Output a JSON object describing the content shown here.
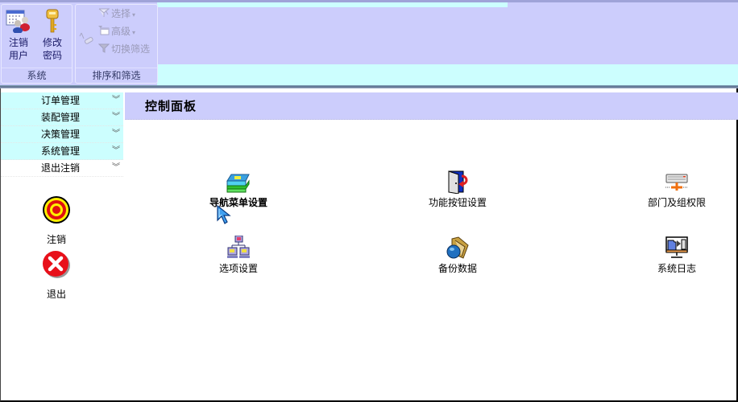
{
  "ribbon": {
    "groups": [
      {
        "label": "系统",
        "buttons": [
          {
            "label_line1": "注销",
            "label_line2": "用户",
            "icon": "logout-user-icon"
          },
          {
            "label_line1": "修改",
            "label_line2": "密码",
            "icon": "key-icon"
          }
        ]
      },
      {
        "label": "排序和筛选",
        "buttons": [
          {
            "label": "选择",
            "icon": "selection-filter-icon",
            "dropdown": true,
            "enabled": false
          },
          {
            "label": "高级",
            "icon": "advanced-filter-icon",
            "dropdown": true,
            "enabled": false
          },
          {
            "label": "切换筛选",
            "icon": "toggle-filter-icon",
            "enabled": false
          }
        ]
      }
    ]
  },
  "nav": {
    "items": [
      {
        "label": "订单管理",
        "chevron": "»"
      },
      {
        "label": "装配管理",
        "chevron": "»"
      },
      {
        "label": "决策管理",
        "chevron": "»"
      },
      {
        "label": "系统管理",
        "chevron": "»"
      },
      {
        "label": "退出注销",
        "chevron": "»"
      }
    ],
    "actions": [
      {
        "label": "注销",
        "icon": "target-icon"
      },
      {
        "label": "退出",
        "icon": "close-circle-icon"
      }
    ]
  },
  "panel": {
    "title": "控制面板",
    "items": [
      {
        "label": "导航菜单设置",
        "icon": "books-icon"
      },
      {
        "label": "功能按钮设置",
        "icon": "door-exit-icon"
      },
      {
        "label": "部门及组权限",
        "icon": "network-device-icon"
      },
      {
        "label": "选项设置",
        "icon": "network-computers-icon"
      },
      {
        "label": "备份数据",
        "icon": "folder-globe-icon"
      },
      {
        "label": "系统日志",
        "icon": "computer-files-icon"
      }
    ]
  },
  "colors": {
    "ribbon_bg": "#cccdfc",
    "nav_bg": "#ccfefe",
    "title_bg": "#cccdfc",
    "content_bg": "#ffffff"
  }
}
